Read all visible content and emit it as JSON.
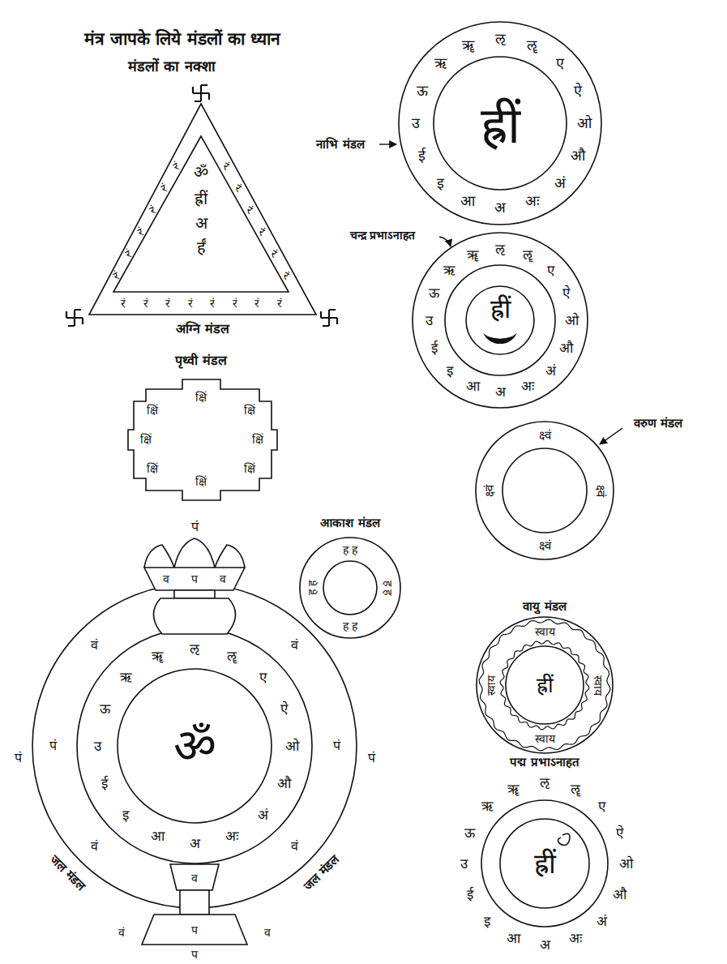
{
  "diagram": {
    "title": "मंत्र जापके लिये मंडलों का ध्यान",
    "nodes": [
      {
        "text": [
          "अग्नि मंडल",
          "ॐ",
          "ह्रीं",
          "अ",
          "र्हं",
          "रं",
          "रं",
          "रं",
          "रं",
          "रं",
          "रं",
          "रं",
          "रं",
          "रं",
          "रं",
          "रं",
          "रं",
          "रं",
          "रं",
          "रं",
          "रं",
          "रं",
          "रं",
          "रं",
          "रं"
        ]
      },
      {
        "text": [
          "नाभि मंडल",
          "ह्रीं",
          "अ",
          "आ",
          "इ",
          "ई",
          "उ",
          "ऊ",
          "ऋ",
          "ॠ",
          "ऌ",
          "ॡ",
          "ए",
          "ऐ",
          "ओ",
          "औ",
          "अं",
          "अः"
        ]
      },
      {
        "text": [
          "चन्द्र प्रभाऽनाहत",
          "ह्रीं",
          "अ",
          "आ",
          "इ",
          "ई",
          "उ",
          "ऊ",
          "ऋ",
          "ॠ",
          "ऌ",
          "ॡ",
          "ए",
          "ऐ",
          "ओ",
          "औ",
          "अं",
          "अः"
        ]
      },
      {
        "text": [
          "पृथ्वी मंडल",
          "क्षिं",
          "क्षिं",
          "क्षिं",
          "क्षिं",
          "क्षिं",
          "क्षिं",
          "क्षिं",
          "क्षिं"
        ]
      },
      {
        "text": [
          "वरुण मंडल",
          "क्ष्वं",
          "क्ष्वं",
          "क्ष्वं",
          "क्ष्वं"
        ]
      },
      {
        "text": [
          "आकाश मंडल",
          "ह ह",
          "ह ह",
          "ह ह",
          "ह ह"
        ]
      },
      {
        "text": [
          "जल मंडल",
          "जल मंडल",
          "ॐ",
          "अ",
          "आ",
          "इ",
          "ई",
          "उ",
          "ऊ",
          "ऋ",
          "ॠ",
          "ऌ",
          "ॡ",
          "ए",
          "ऐ",
          "ओ",
          "औ",
          "अं",
          "अः",
          "पं",
          "वं",
          "पं",
          "वं",
          "वं",
          "पं",
          "वं",
          "पं",
          "पं",
          "व",
          "प",
          "व",
          "व",
          "वं",
          "प",
          "व",
          "प"
        ]
      },
      {
        "text": [
          "वायु मंडल",
          "ह्रीं",
          "स्वाय",
          "स्वाय",
          "स्वाय",
          "स्वाय"
        ]
      },
      {
        "text": [
          "पद्म प्रभाऽनाहत",
          "ह्रीं",
          "अ",
          "आ",
          "इ",
          "ई",
          "उ",
          "ऊ",
          "ऋ",
          "ॠ",
          "ऌ",
          "ॡ",
          "ए",
          "ऐ",
          "ओ",
          "औ",
          "अं",
          "अः"
        ]
      }
    ],
    "labels": [
      "मंडलों का नक्शा"
    ]
  }
}
